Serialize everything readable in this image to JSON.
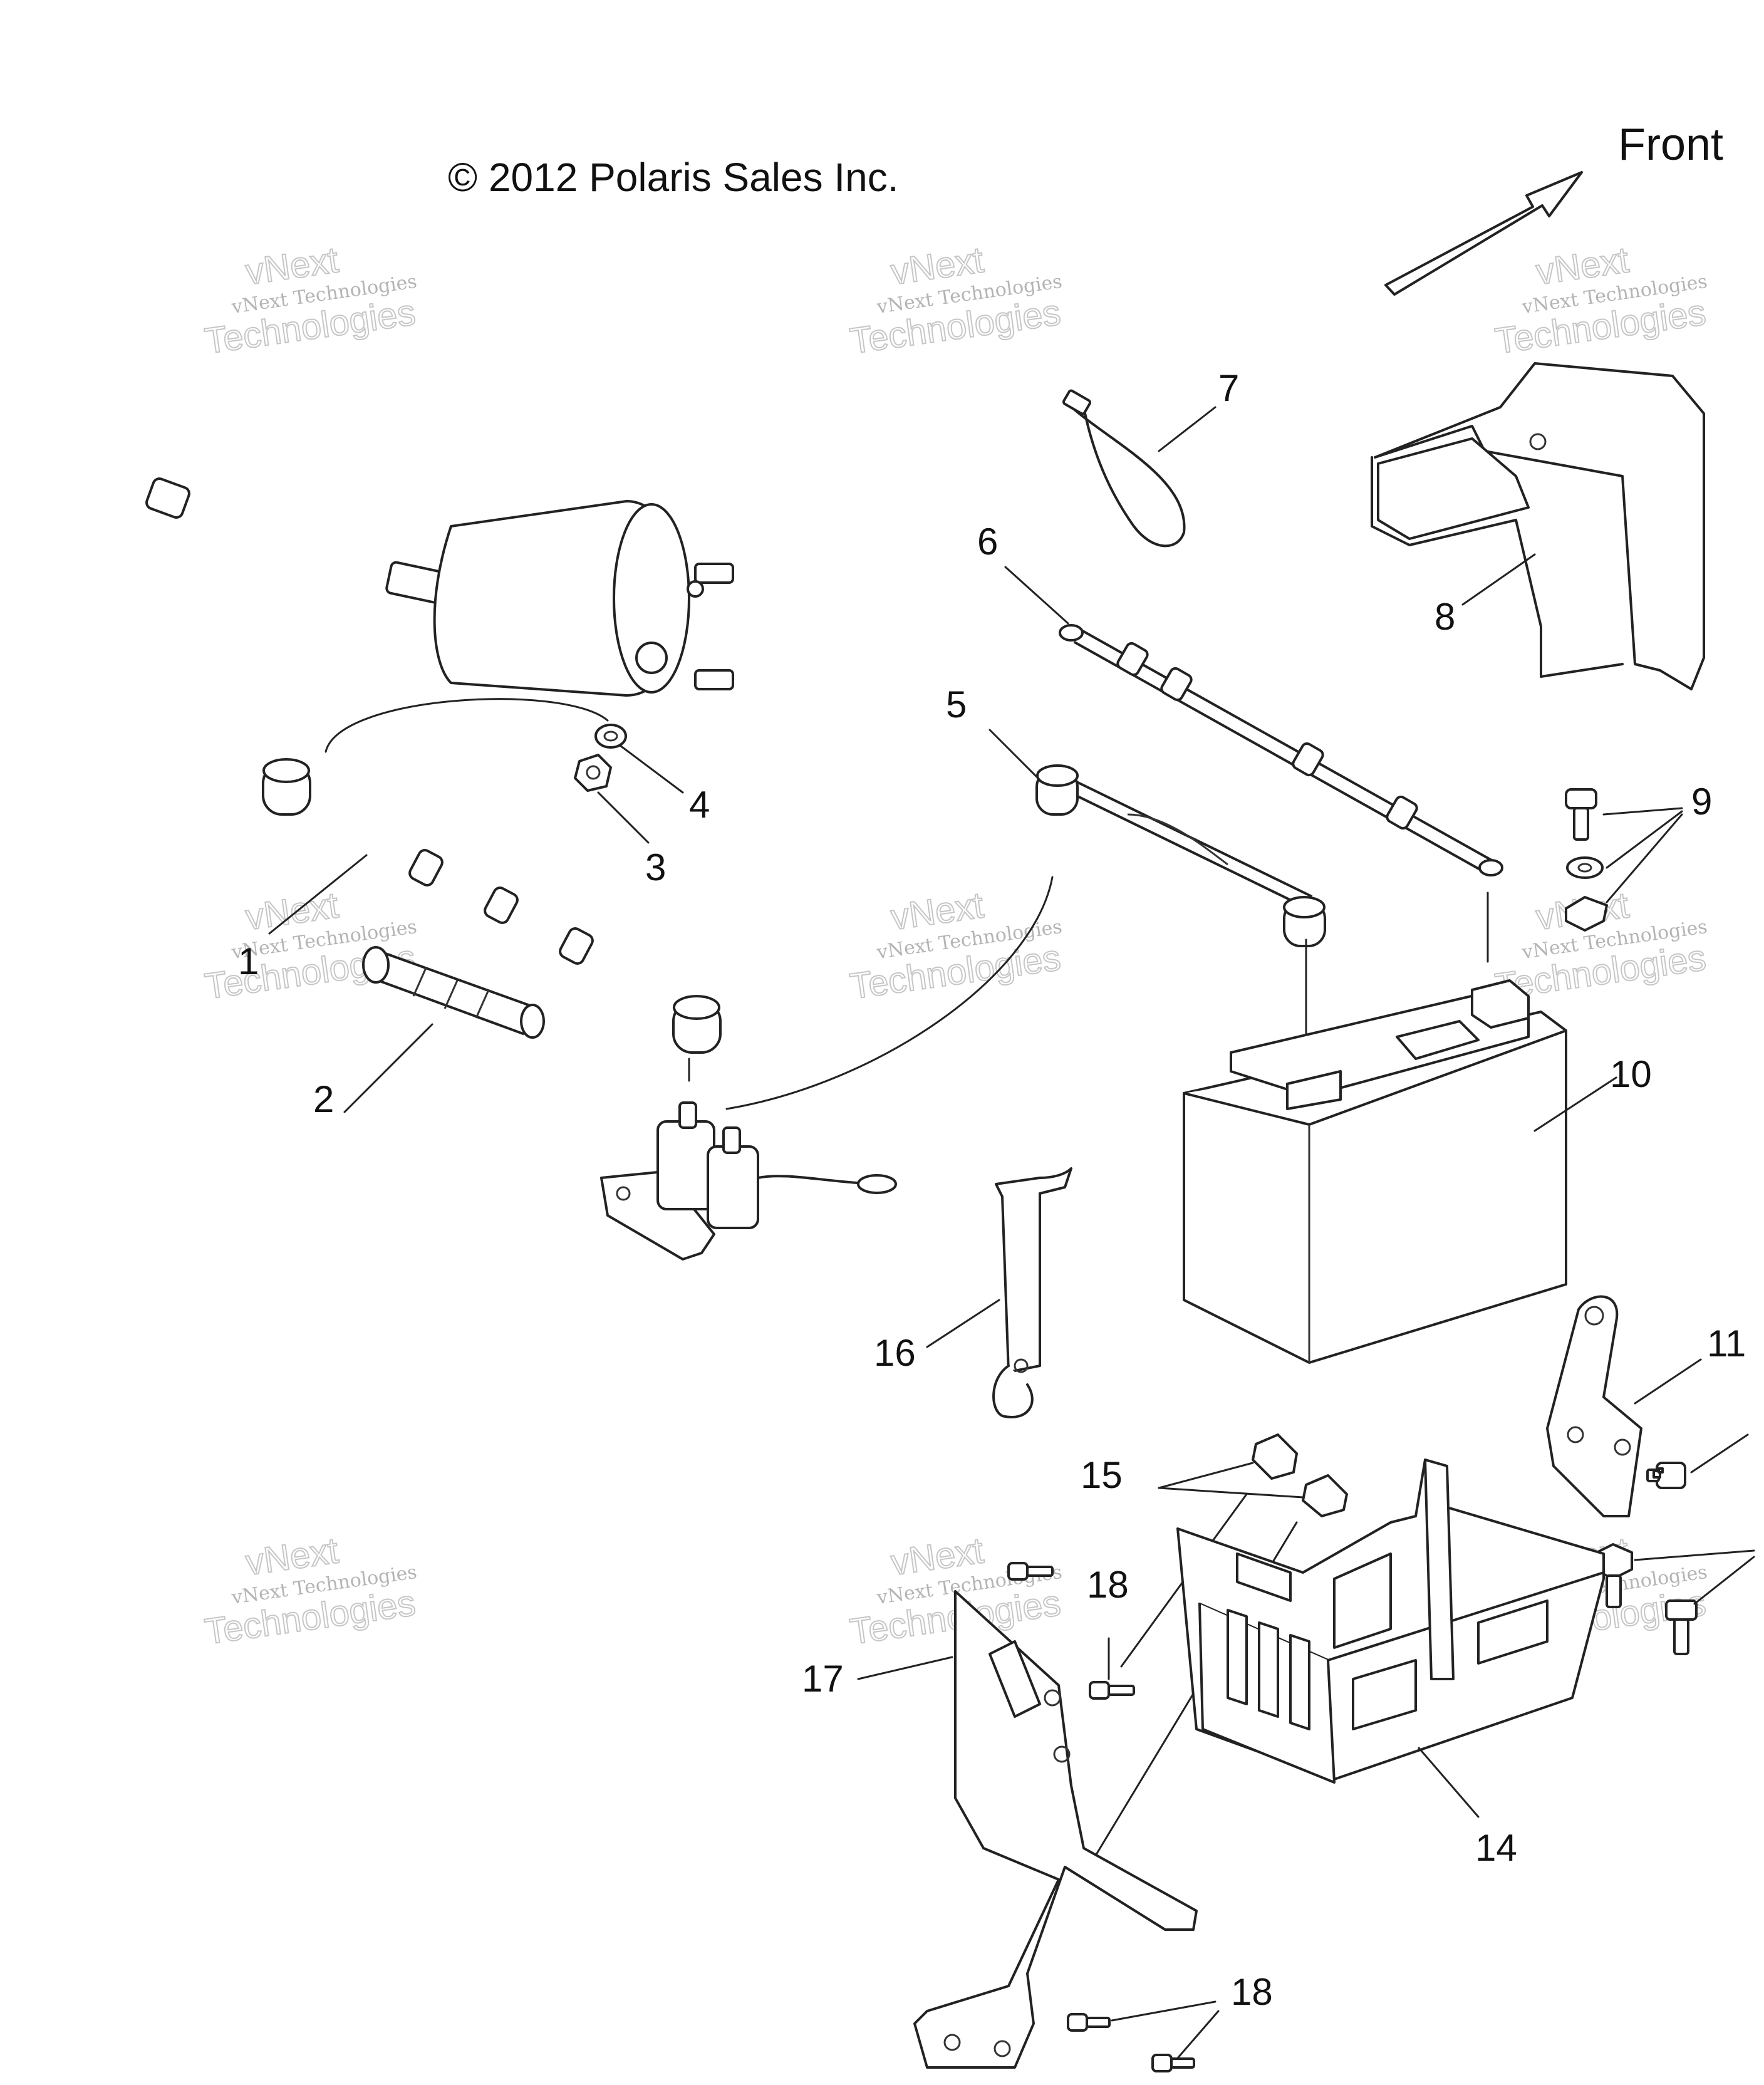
{
  "copyright": "© 2012 Polaris Sales Inc.",
  "front_label": "Front",
  "watermark": {
    "line1": "vNext",
    "line2": "vNext Technologies",
    "line3": "Technologies"
  },
  "callouts": {
    "c1": "1",
    "c2": "2",
    "c3": "3",
    "c4": "4",
    "c5": "5",
    "c6": "6",
    "c7": "7",
    "c8": "8",
    "c9": "9",
    "c10": "10",
    "c11": "11",
    "c14": "14",
    "c15": "15",
    "c16": "16",
    "c17": "17",
    "c18a": "18",
    "c18b": "18"
  }
}
